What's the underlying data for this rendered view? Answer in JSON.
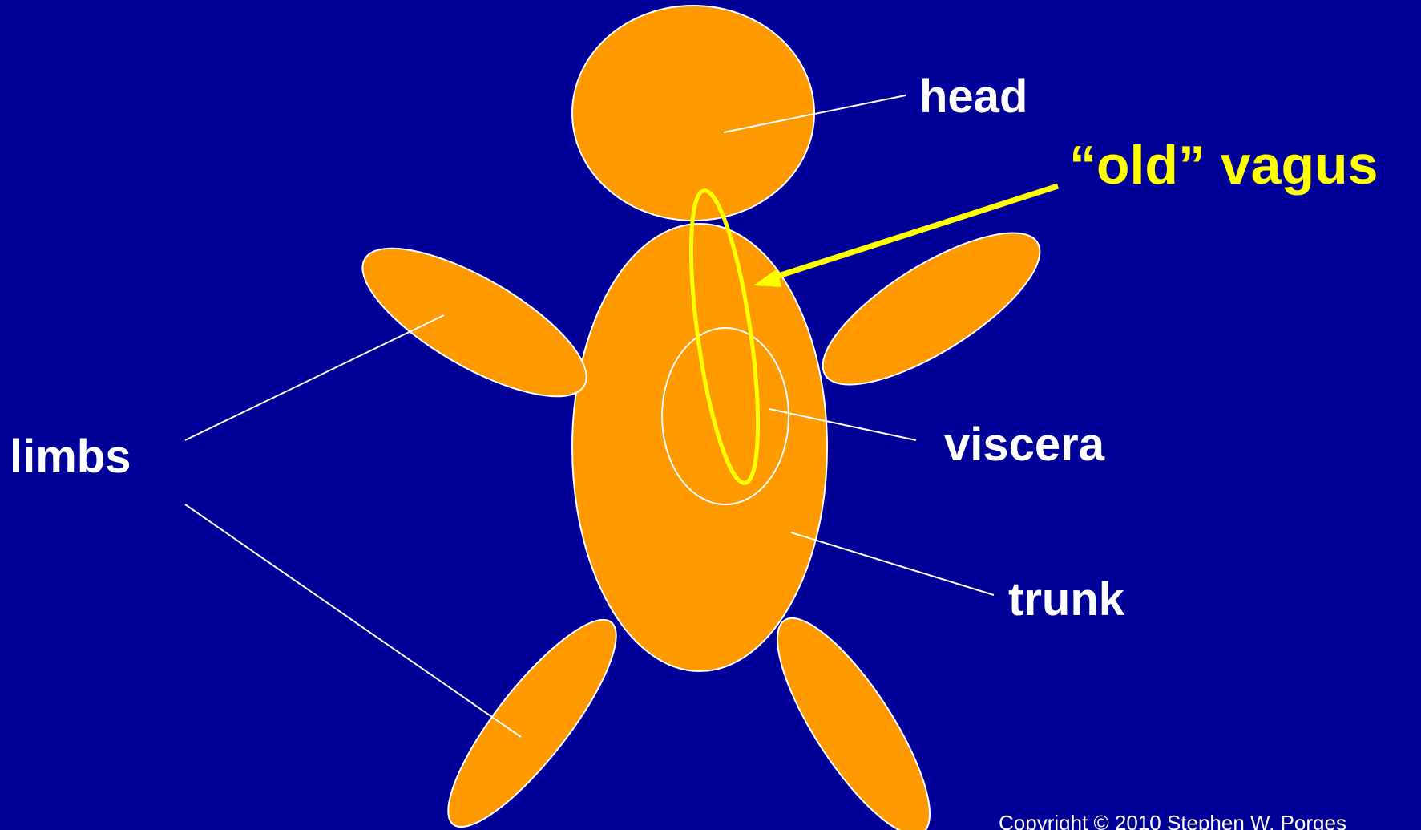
{
  "labels": {
    "head": "head",
    "old_vagus": "“old” vagus",
    "viscera": "viscera",
    "trunk": "trunk",
    "limbs": "limbs"
  },
  "copyright": "Copyright © 2010 Stephen W. Porges",
  "colors": {
    "background": "#000099",
    "body_fill": "#ff9900",
    "outline": "#ffffff",
    "accent": "#ffff00",
    "text": "#ffffff"
  }
}
